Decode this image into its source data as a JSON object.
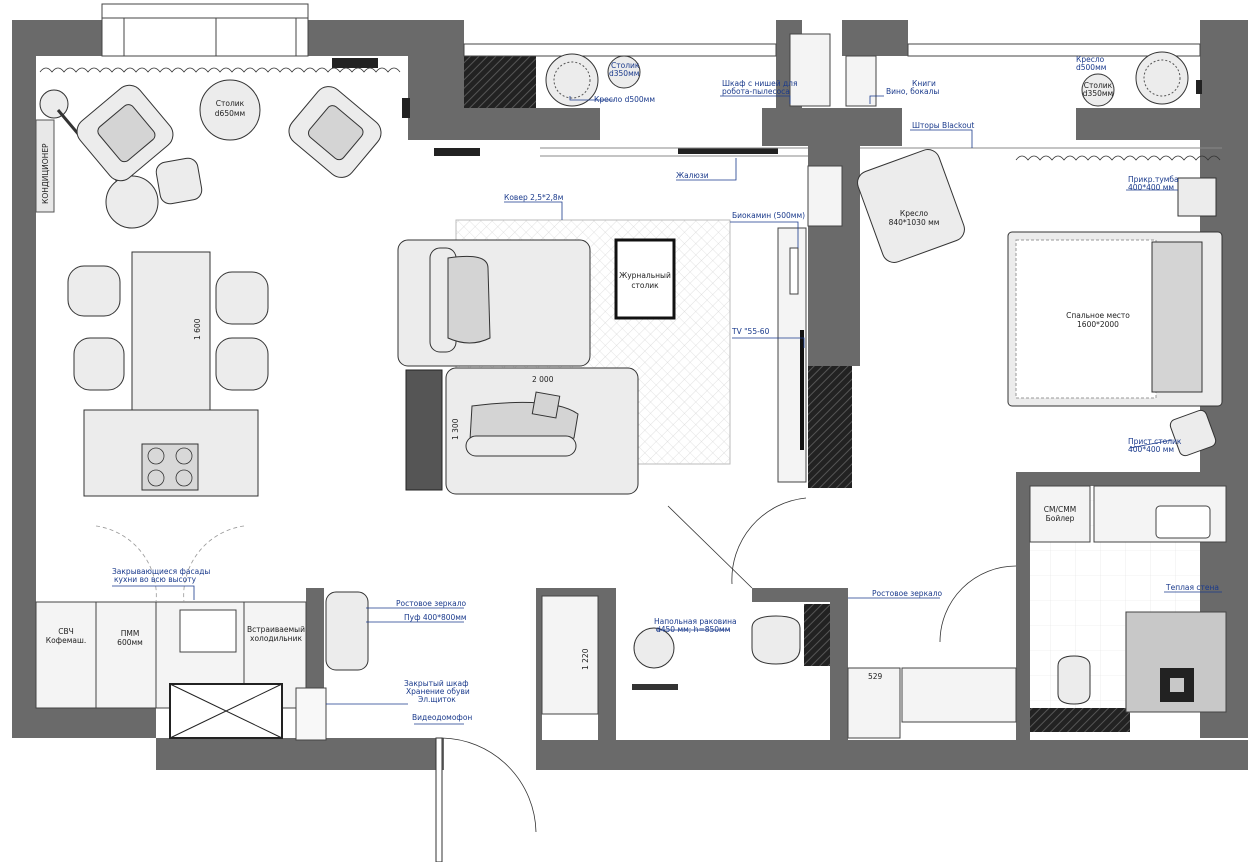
{
  "labels": {
    "stolik_d650": "Столик",
    "stolik_d650_b": "d650мм",
    "stolik_d350_left": "Столик",
    "stolik_d350_left_b": "d350мм",
    "kreslo_d500_left": "Кресло d500мм",
    "shkaf_robot": "Шкаф с нишей для",
    "shkaf_robot_b": "робота-пылесоса",
    "knigi": "Книги",
    "knigi_b": "Вино, бокалы",
    "kreslo_d500_right": "Кресло",
    "kreslo_d500_right_b": "d500мм",
    "stolik_d350_right": "Столик",
    "stolik_d350_right_b": "d350мм",
    "shtory": "Шторы Blackout",
    "zhaluzi": "Жалюзи",
    "kovr": "Ковер 2,5*2,8м",
    "biokamin": "Биокамин (500мм)",
    "tv": "TV \"55-60",
    "zhurnal": "Журнальный",
    "zhurnal_b": "столик",
    "kreslo_bed": "Кресло",
    "kreslo_bed_b": "840*1030 мм",
    "prikr_tumba": "Прикр.тумба",
    "prikr_tumba_b": "400*400 мм",
    "spalnoe": "Спальное место",
    "spalnoe_b": "1600*2000",
    "prist_stolik": "Прист.столик",
    "prist_stolik_b": "400*400 мм",
    "kondicioner": "КОНДИЦИОНЕР",
    "dim_1600": "1 600",
    "dim_2000": "2 000",
    "dim_1300": "1 300",
    "dim_1220": "1 220",
    "dim_529": "529",
    "zakryv_fasady": "Закрывающиеся фасады",
    "zakryv_fasady_b": "кухни во всю высоту",
    "svch": "СВЧ",
    "svch_b": "Кофемаш.",
    "pmm": "ПММ",
    "pmm_b": "600мм",
    "holod": "Встраиваемый",
    "holod_b": "холодильник",
    "rost_zerkalo_left": "Ростовое зеркало",
    "puf": "Пуф 400*800мм",
    "zakr_shkaf": "Закрытый шкаф",
    "zakr_shkaf_b": "Хранение обуви",
    "zakr_shkaf_c": "Эл.щиток",
    "videodomofon": "Видеодомофон",
    "napol_rakovina": "Напольная раковина",
    "napol_rakovina_b": "d450 мм; h=850мм",
    "rost_zerkalo_right": "Ростовое зеркало",
    "sm_boiler": "СМ/СММ",
    "sm_boiler_b": "Бойлер",
    "teplaya_stena": "Теплая стена"
  }
}
